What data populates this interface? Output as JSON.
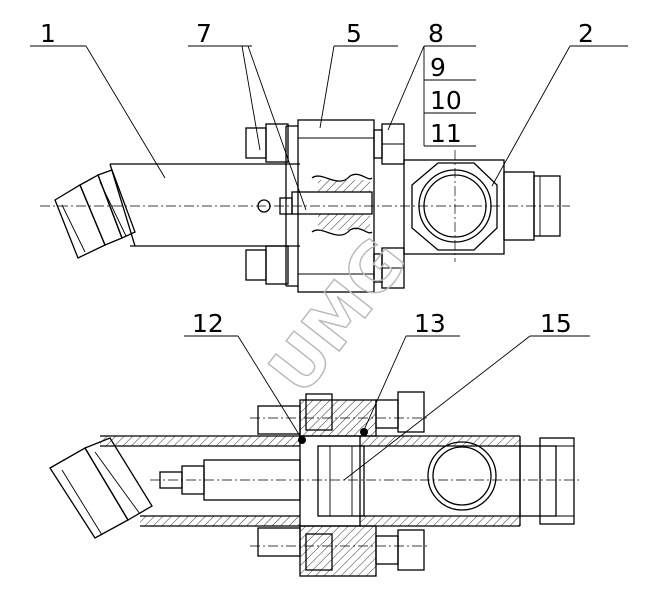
{
  "callouts": {
    "c1": "1",
    "c2": "2",
    "c5": "5",
    "c7": "7",
    "c8": "8",
    "c9": "9",
    "c10": "10",
    "c11": "11",
    "c12": "12",
    "c13": "13",
    "c15": "15"
  },
  "watermark": "UMG",
  "colors": {
    "line": "#000000",
    "watermark": "#b8b8b8",
    "background": "#ffffff"
  }
}
